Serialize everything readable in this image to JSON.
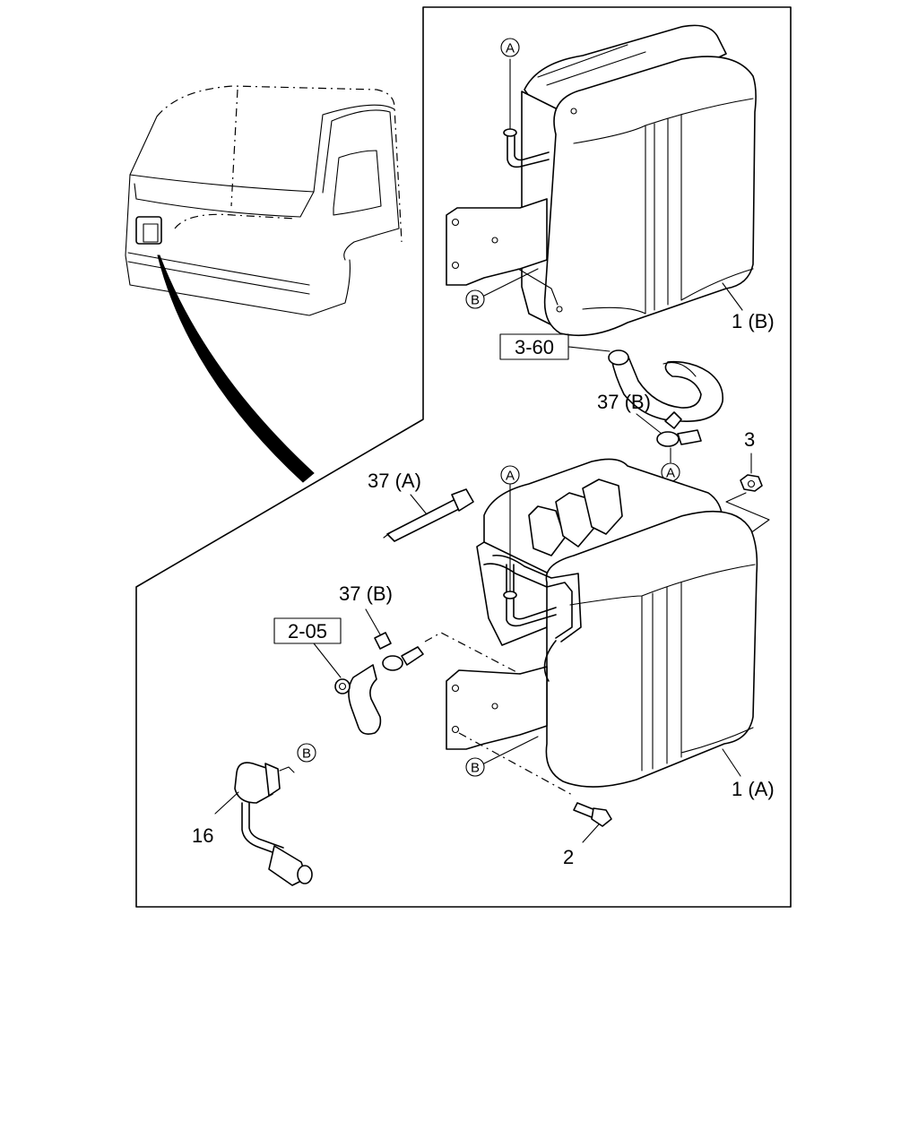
{
  "callouts": {
    "tank_b": "1 (B)",
    "tank_a": "1 (A)",
    "ref_3_60": "3-60",
    "ref_2_05": "2-05",
    "clamp_b_upper": "37 (B)",
    "clamp_b_lower": "37 (B)",
    "strap_a": "37 (A)",
    "nut": "3",
    "bolt": "2",
    "switch": "16"
  },
  "markers": {
    "a": "A",
    "b": "B"
  }
}
